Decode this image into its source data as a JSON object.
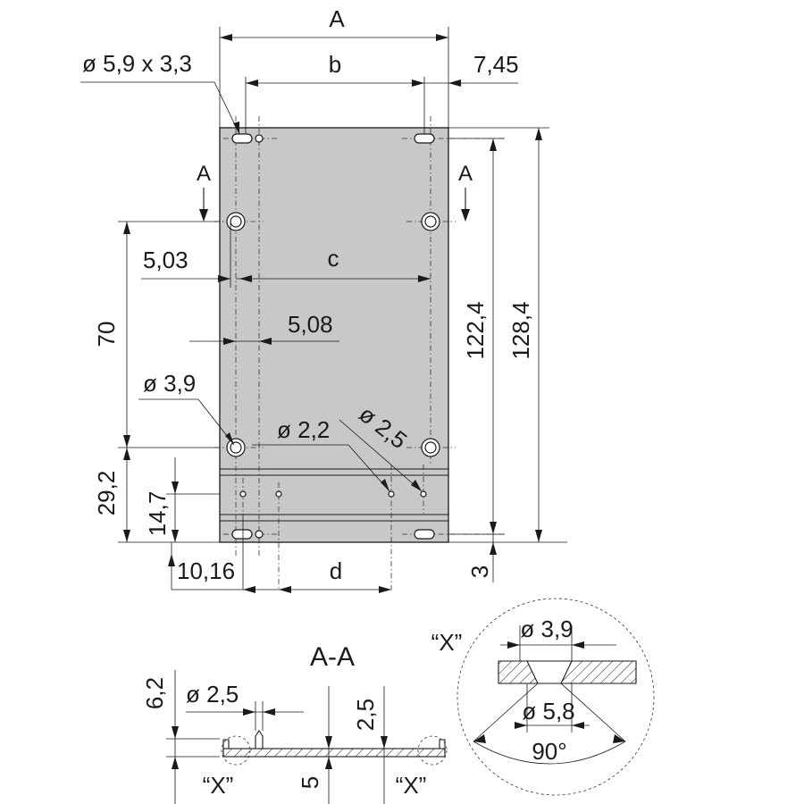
{
  "dims": {
    "A": "A",
    "b": "b",
    "c": "c",
    "d": "d",
    "dim_7_45": "7,45",
    "slot": "ø 5,9 x 3,3",
    "sec_mark_left": "A",
    "sec_mark_right": "A",
    "dim_5_03": "5,03",
    "dim_70": "70",
    "dim_5_08": "5,08",
    "hole_3_9": "ø 3,9",
    "hole_2_2": "ø 2,2",
    "hole_2_5": "ø 2,5",
    "dim_122_4": "122,4",
    "dim_128_4": "128,4",
    "dim_29_2": "29,2",
    "dim_14_7": "14,7",
    "dim_10_16": "10,16",
    "dim_3": "3"
  },
  "section": {
    "title": "A-A",
    "dim_6_2": "6,2",
    "hole_2_5": "ø 2,5",
    "dim_2_5": "2,5",
    "dim_5": "5",
    "x_left": "“X”",
    "x_right": "“X”"
  },
  "detail": {
    "label": "“X”",
    "top_dia": "ø 3,9",
    "bottom_dia": "ø 5,8",
    "angle": "90°"
  }
}
